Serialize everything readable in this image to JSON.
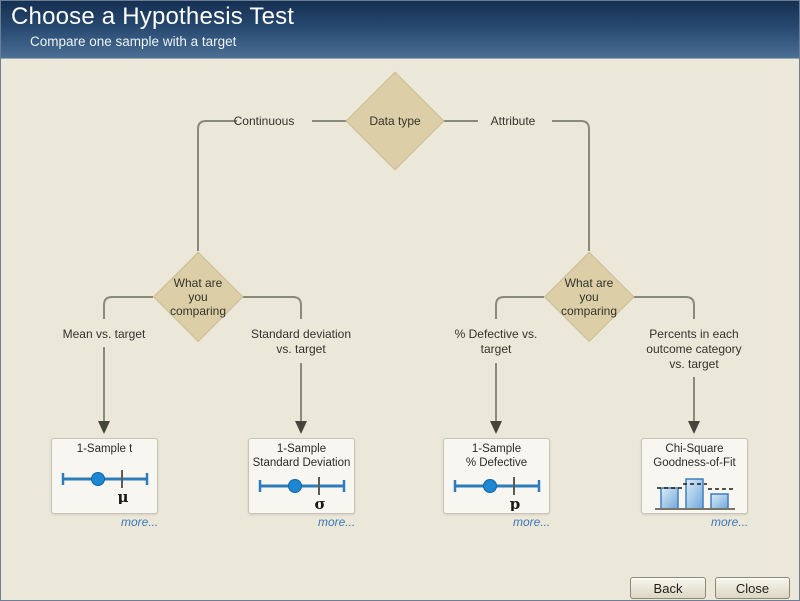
{
  "header": {
    "title": "Choose a Hypothesis Test",
    "subtitle": "Compare one sample with a target"
  },
  "tree": {
    "root_label": "Data type",
    "branch_left_label": "Continuous",
    "branch_right_label": "Attribute",
    "decision_left_label": "What are you comparing",
    "decision_right_label": "What are you comparing",
    "leaves": [
      {
        "label": "Mean vs. target"
      },
      {
        "label": "Standard deviation\nvs. target"
      },
      {
        "label": "% Defective vs.\ntarget"
      },
      {
        "label": "Percents in each\noutcome category\nvs. target"
      }
    ]
  },
  "cards": [
    {
      "title": "1-Sample t",
      "symbol": "μ",
      "icon": "interval-plot-icon",
      "more_label": "more..."
    },
    {
      "title": "1-Sample\nStandard Deviation",
      "symbol": "σ",
      "icon": "interval-plot-icon",
      "more_label": "more..."
    },
    {
      "title": "1-Sample\n% Defective",
      "symbol": "p",
      "icon": "interval-plot-icon",
      "more_label": "more..."
    },
    {
      "title": "Chi-Square\nGoodness-of-Fit",
      "icon": "bar-chart-icon",
      "more_label": "more..."
    }
  ],
  "footer": {
    "back_label": "Back",
    "close_label": "Close"
  },
  "colors": {
    "header_top": "#142f52",
    "header_bottom": "#4a6e94",
    "body_background": "#ebe8da",
    "diamond_fill": "#dccfa8",
    "connector_line": "#8a8a7c",
    "accent_blue": "#1e87d3",
    "link_blue": "#3c76b8"
  }
}
